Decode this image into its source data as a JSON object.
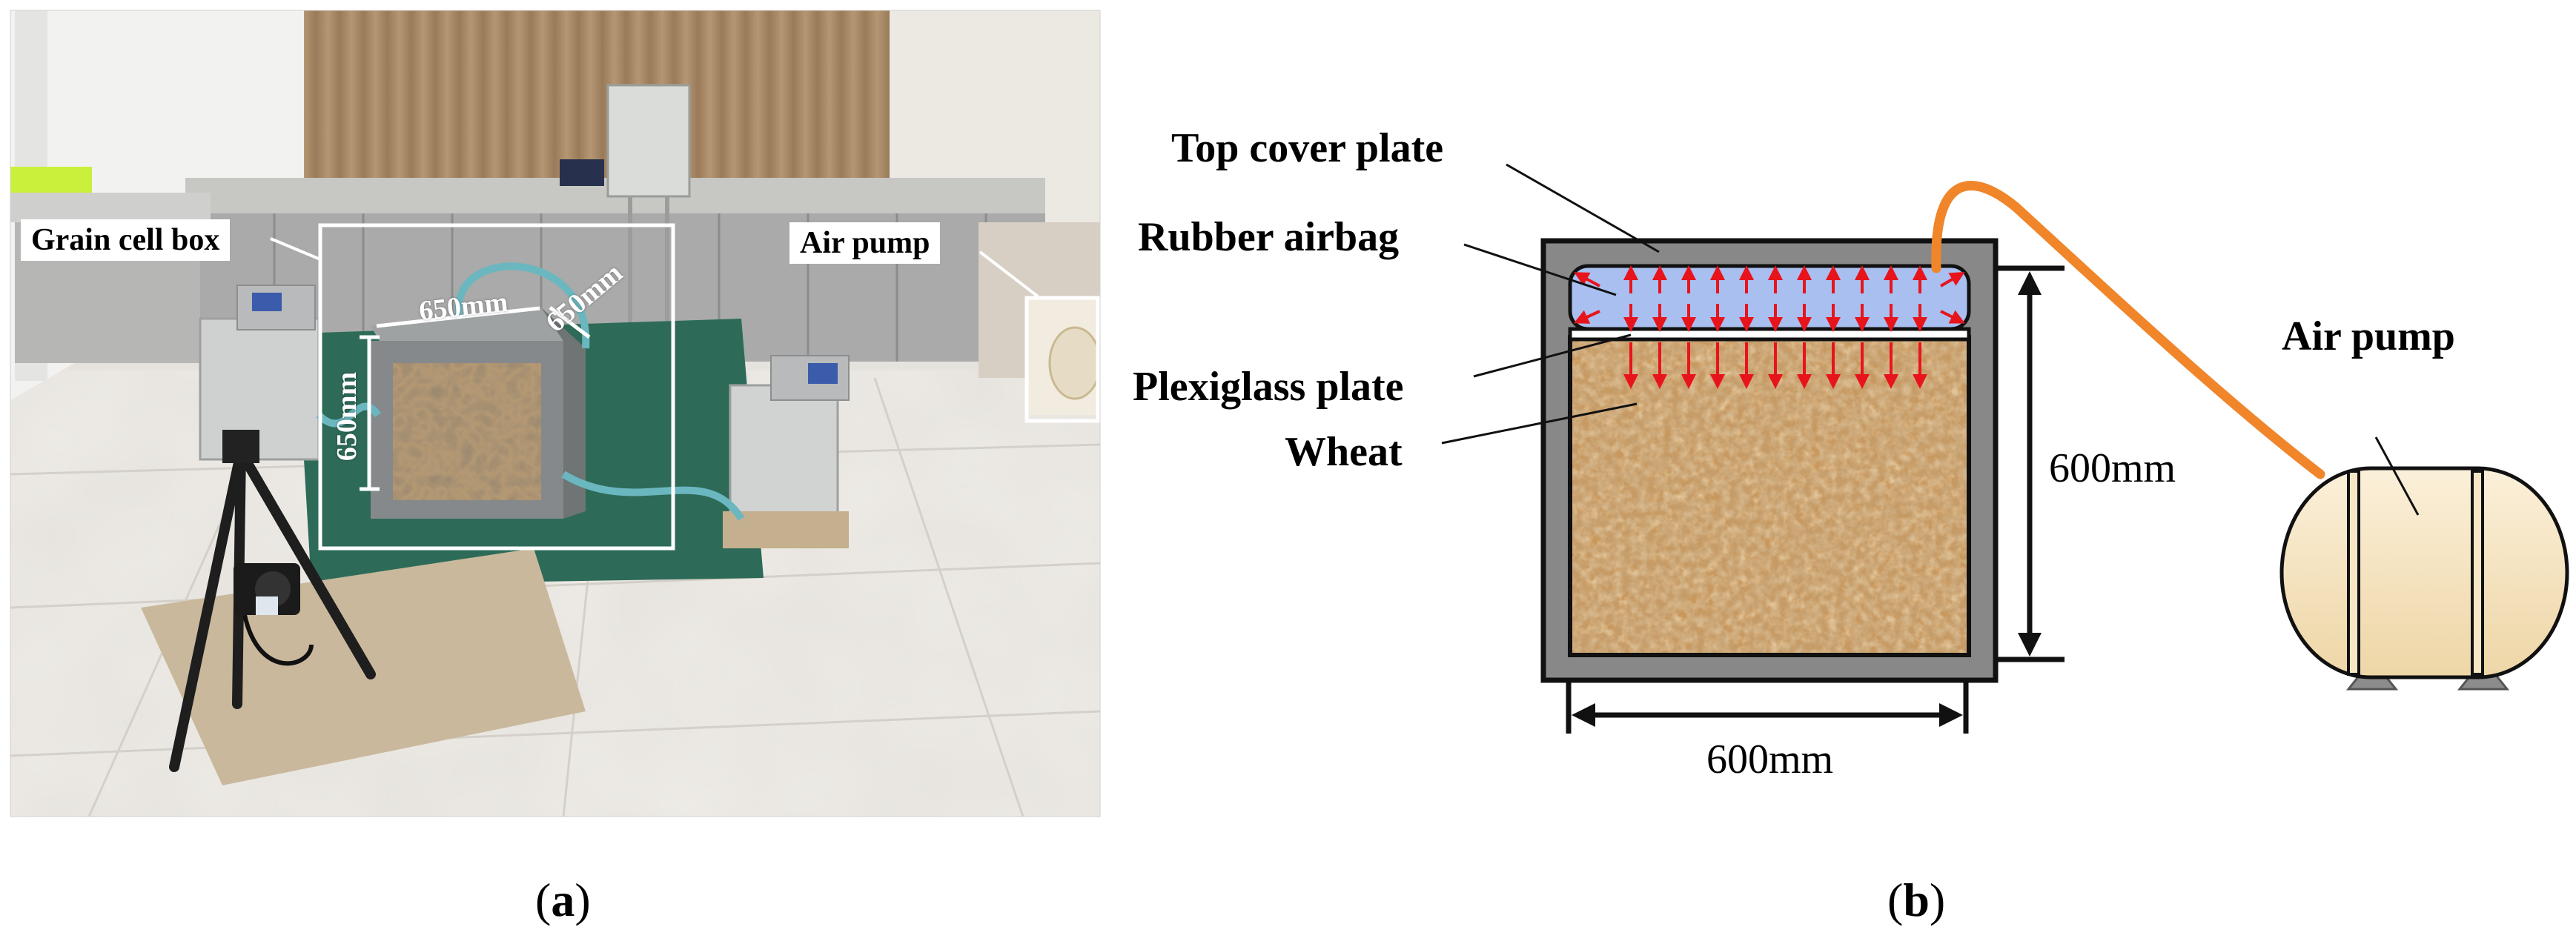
{
  "photo": {
    "labels": {
      "grain_cell_box": "Grain cell box",
      "air_pump": "Air pump"
    },
    "dimensions": {
      "width": "650mm",
      "depth": "650mm",
      "height": "650mm"
    }
  },
  "diagram": {
    "labels": {
      "top_cover_plate": "Top cover plate",
      "rubber_airbag": "Rubber airbag",
      "plexiglass_plate": "Plexiglass plate",
      "wheat": "Wheat",
      "air_pump": "Air pump"
    },
    "dimensions": {
      "height": "600mm",
      "width": "600mm"
    },
    "colors": {
      "frame": "#8a8a8a",
      "airbag": "#a9bff0",
      "pressure_arrows": "#e8141c",
      "tube": "#f0852a",
      "pump_body": "#f6e6c6",
      "wheat": "#c8975c"
    }
  },
  "panels": {
    "a": "a",
    "b": "b"
  }
}
